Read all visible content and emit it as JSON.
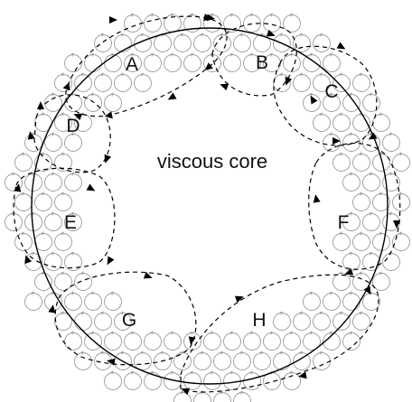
{
  "center_label": "viscous core",
  "regions": [
    {
      "id": "A",
      "label": "A"
    },
    {
      "id": "B",
      "label": "B"
    },
    {
      "id": "C",
      "label": "C"
    },
    {
      "id": "D",
      "label": "D"
    },
    {
      "id": "E",
      "label": "E"
    },
    {
      "id": "F",
      "label": "F"
    },
    {
      "id": "G",
      "label": "G"
    },
    {
      "id": "H",
      "label": "H"
    }
  ],
  "colors": {
    "ring": "#000000",
    "dashed_boundary": "#000000",
    "small_vortex": "#9a9a9a",
    "label": "#111111"
  }
}
